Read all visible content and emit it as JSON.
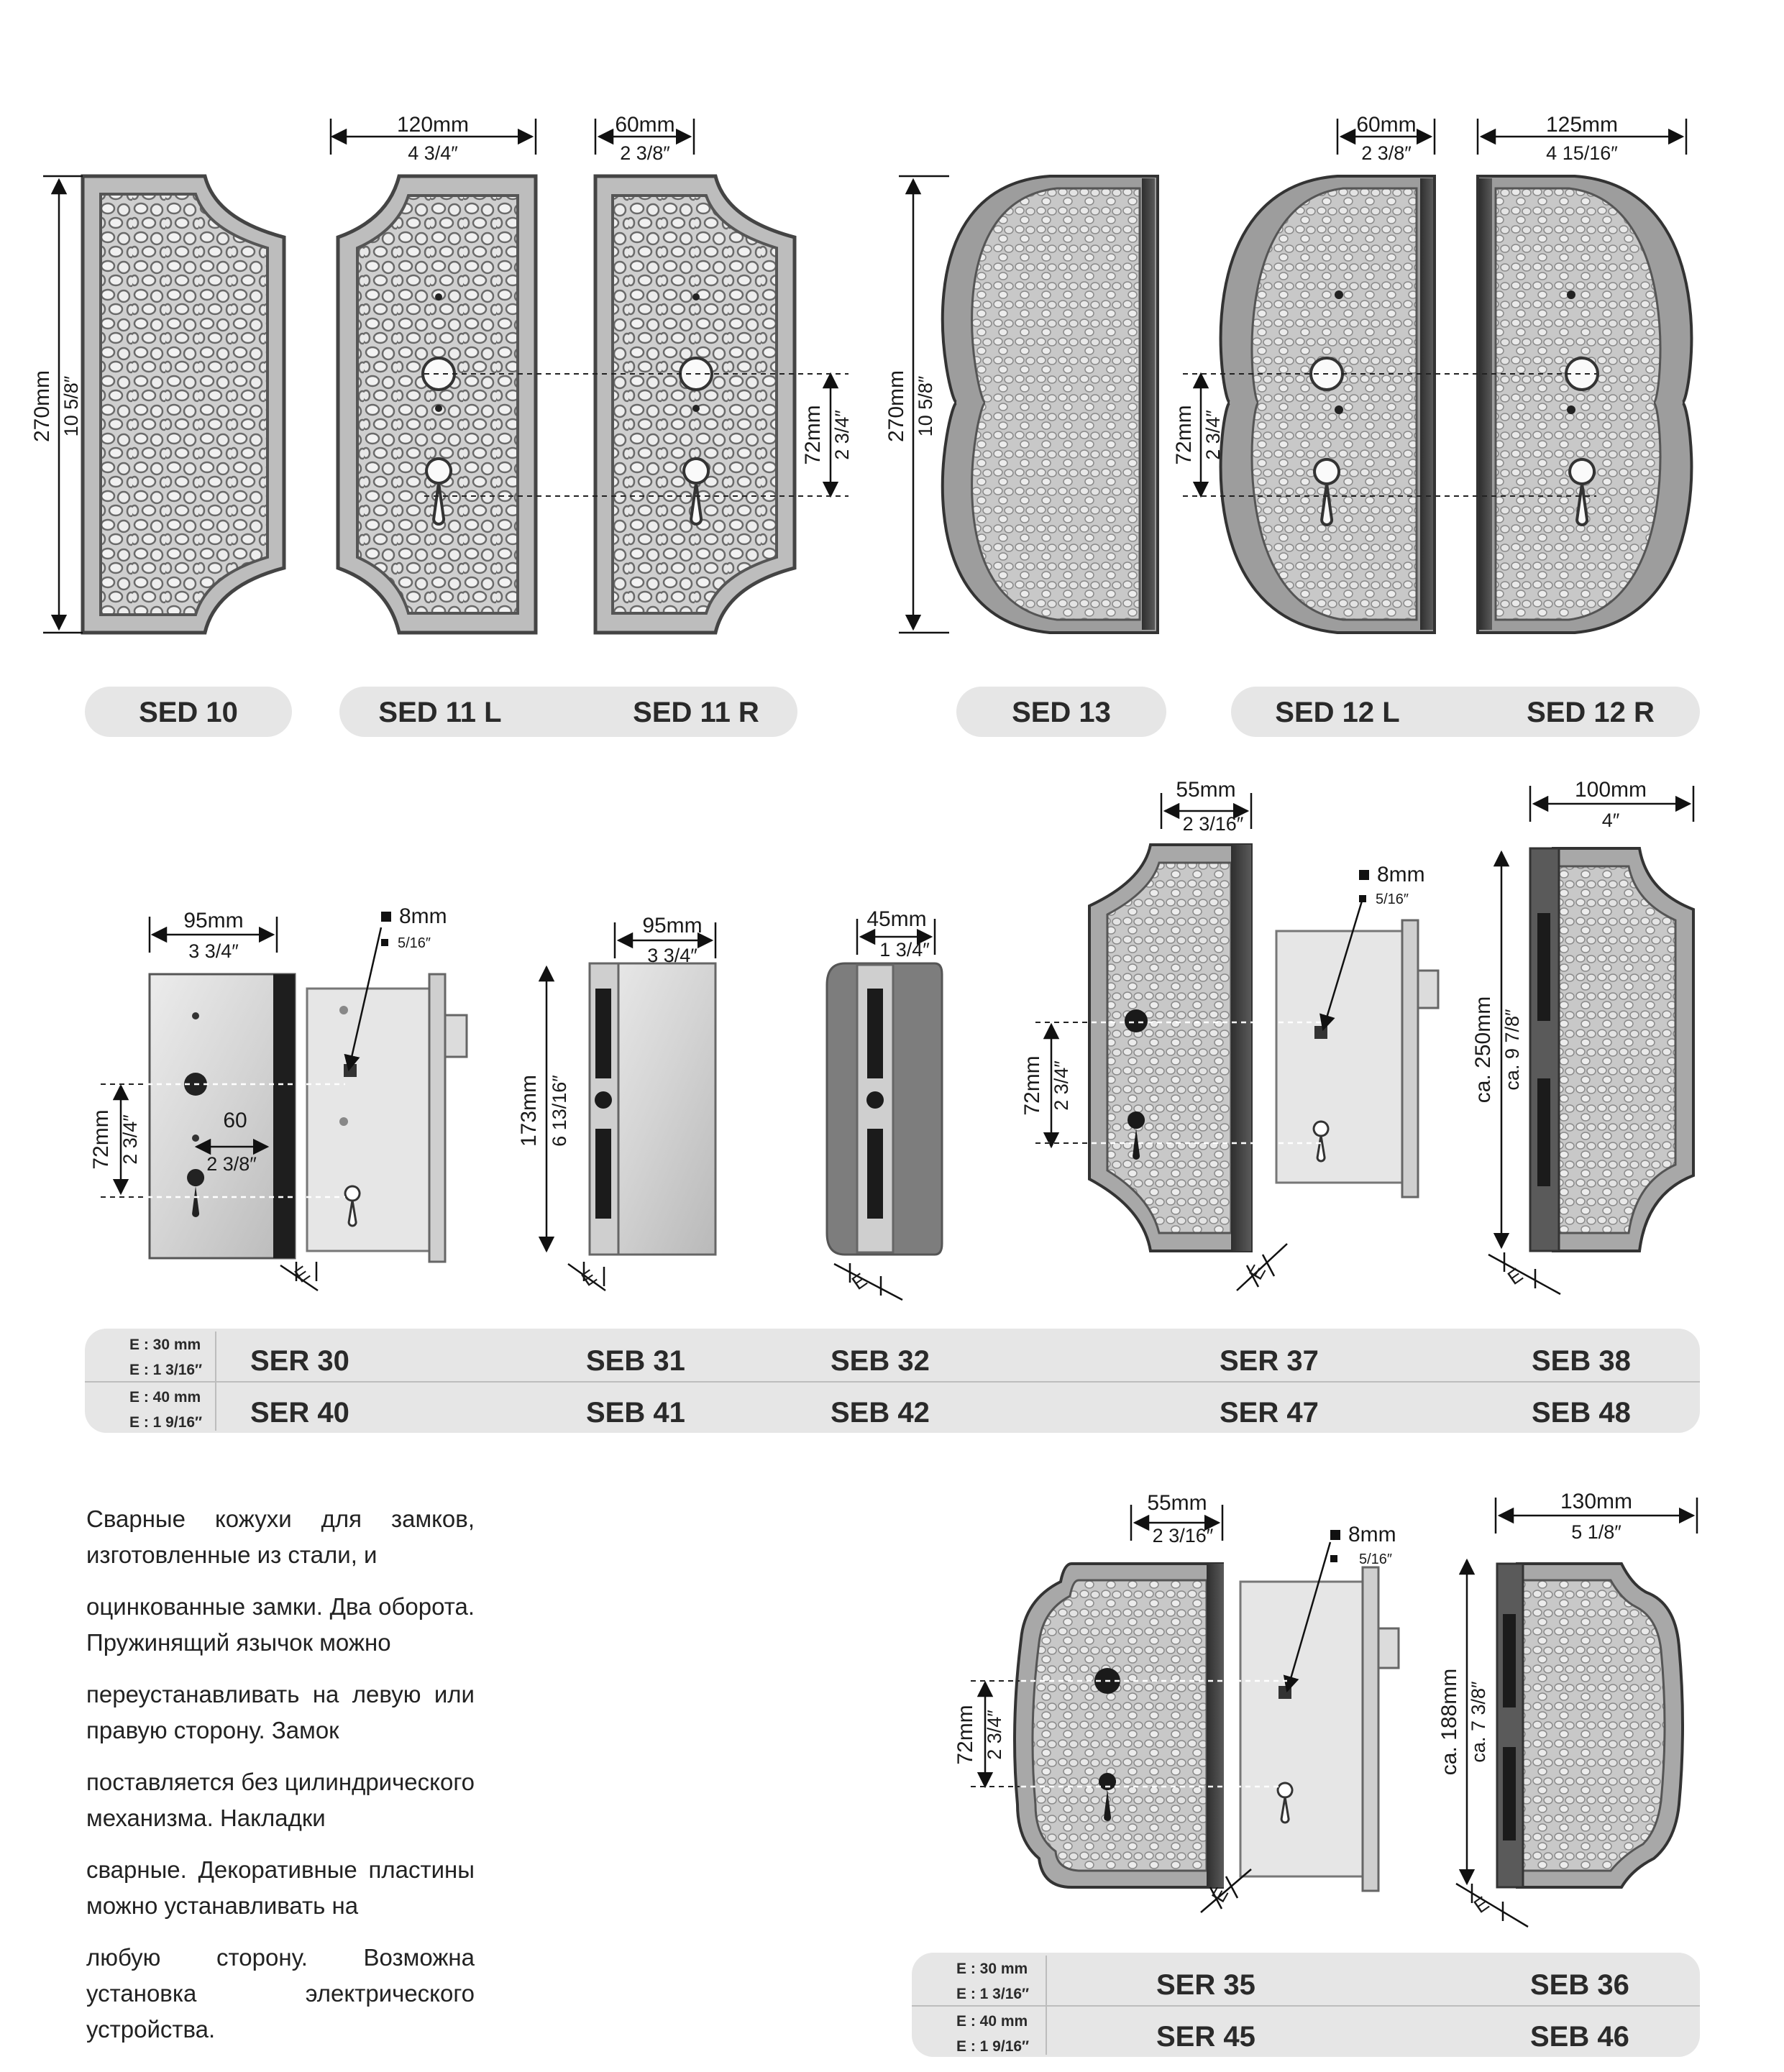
{
  "top_row": {
    "dims": {
      "sed11_width_mm": "120mm",
      "sed11_width_in": "4 3/4″",
      "sed11r_width_mm": "60mm",
      "sed11r_width_in": "2 3/8″",
      "sed10_height_mm": "270mm",
      "sed10_height_in": "10 5/8″",
      "sed11_spacing_mm": "72mm",
      "sed11_spacing_in": "2 3/4″",
      "sed13_height_mm": "270mm",
      "sed13_height_in": "10 5/8″",
      "sed12_spacing_mm": "72mm",
      "sed12_spacing_in": "2 3/4″",
      "sed12l_width_mm": "60mm",
      "sed12l_width_in": "2 3/8″",
      "sed12r_width_mm": "125mm",
      "sed12r_width_in": "4 15/16″"
    },
    "labels": {
      "sed10": "SED 10",
      "sed11l": "SED 11 L",
      "sed11r": "SED 11 R",
      "sed13": "SED 13",
      "sed12l": "SED 12 L",
      "sed12r": "SED 12 R"
    }
  },
  "middle_row": {
    "dims": {
      "ser30_width_mm": "95mm",
      "ser30_width_in": "3 3/4″",
      "ser30_square_mm": "8mm",
      "ser30_square_in": "5/16″",
      "ser30_spacing_mm": "72mm",
      "ser30_spacing_in": "2 3/4″",
      "ser30_backset": "60",
      "ser30_backset_in": "2 3/8″",
      "seb31_width_mm": "95mm",
      "seb31_width_in": "3 3/4″",
      "seb31_height_mm": "173mm",
      "seb31_height_in": "6 13/16″",
      "seb32_width_mm": "45mm",
      "seb32_width_in": "1 3/4″",
      "ser37_width_mm": "55mm",
      "ser37_width_in": "2 3/16″",
      "ser37_square_mm": "8mm",
      "ser37_square_in": "5/16″",
      "ser37_spacing_mm": "72mm",
      "ser37_spacing_in": "2 3/4″",
      "seb38_width_mm": "100mm",
      "seb38_width_in": "4″",
      "seb38_height_mm": "ca. 250mm",
      "seb38_height_in": "ca. 9 7/8″",
      "e": "E"
    },
    "table": {
      "e30_mm": "E : 30 mm",
      "e30_in": "E : 1 3/16″",
      "e40_mm": "E : 40 mm",
      "e40_in": "E : 1 9/16″",
      "row1": [
        "SER 30",
        "SEB 31",
        "SEB 32",
        "SER 37",
        "SEB 38"
      ],
      "row2": [
        "SER 40",
        "SEB 41",
        "SEB 42",
        "SER 47",
        "SEB 48"
      ]
    }
  },
  "bottom_row": {
    "dims": {
      "ser35_width_mm": "55mm",
      "ser35_width_in": "2 3/16″",
      "ser35_square_mm": "8mm",
      "ser35_square_in": "5/16″",
      "ser35_spacing_mm": "72mm",
      "ser35_spacing_in": "2 3/4″",
      "seb36_width_mm": "130mm",
      "seb36_width_in": "5 1/8″",
      "seb36_height_mm": "ca. 188mm",
      "seb36_height_in": "ca. 7 3/8″",
      "e": "E"
    },
    "table": {
      "e30_mm": "E : 30 mm",
      "e30_in": "E : 1 3/16″",
      "e40_mm": "E : 40 mm",
      "e40_in": "E : 1 9/16″",
      "row1": [
        "SER 35",
        "SEB 36"
      ],
      "row2": [
        "SER 45",
        "SEB 46"
      ]
    }
  },
  "description": [
    "Сварные кожухи для замков, изготовленные из стали, и",
    "оцинкованные замки. Два оборота. Пружинящий язычок можно",
    "переустанавливать на левую или правую сторону. Замок",
    "поставляется без цилиндрического механизма. Накладки",
    "сварные. Декоративные пластины можно устанавливать на",
    "любую сторону. Возможна установка электрического устройства."
  ],
  "colors": {
    "pill": "#e6e6e6",
    "metal_light": "#dcdcdc",
    "metal_mid": "#a9a9a9",
    "metal_dark": "#3c3c3c"
  }
}
